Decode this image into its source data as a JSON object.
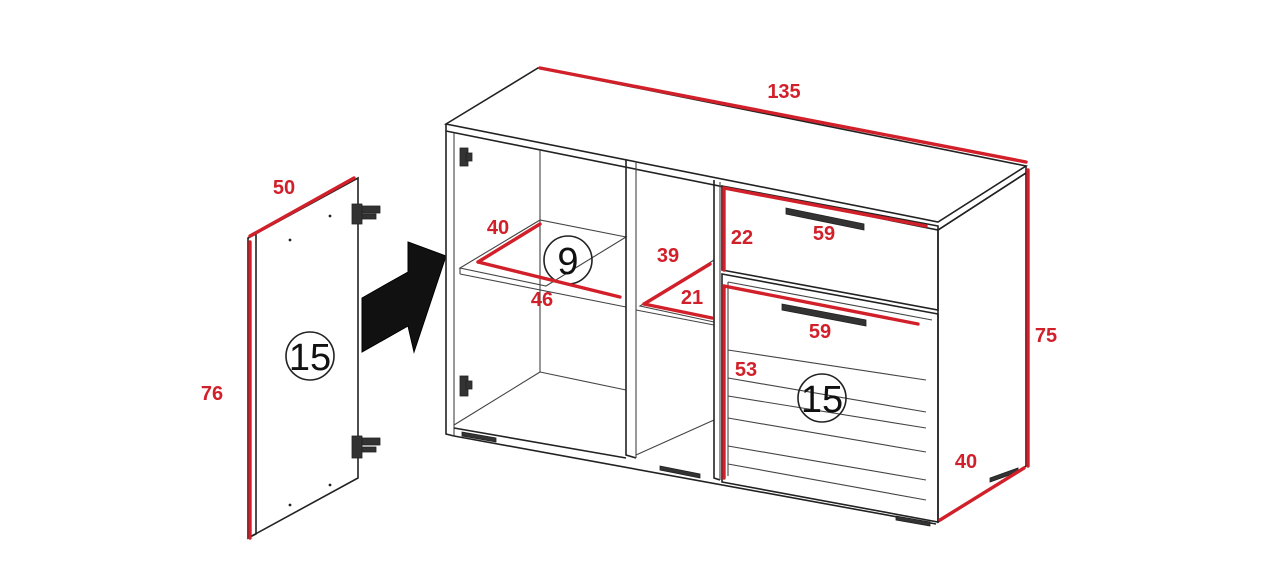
{
  "diagram": {
    "door_panel": {
      "width_label": "50",
      "height_label": "76",
      "part_number": "15"
    },
    "cabinet": {
      "top_width_label": "135",
      "height_label": "75",
      "depth_label": "40",
      "left_compartment": {
        "shelf_depth_label": "40",
        "shelf_width_label": "46",
        "part_number": "9"
      },
      "middle_compartment": {
        "opening_height_label": "39",
        "shelf_width_label": "21"
      },
      "right_section": {
        "drawer_height_label": "22",
        "drawer_width_label": "59",
        "lower_width_label": "59",
        "lower_height_label": "53",
        "part_number": "15"
      }
    },
    "colors": {
      "dimension": "#d2202a",
      "outline": "#222222",
      "arrow": "#111111"
    }
  }
}
